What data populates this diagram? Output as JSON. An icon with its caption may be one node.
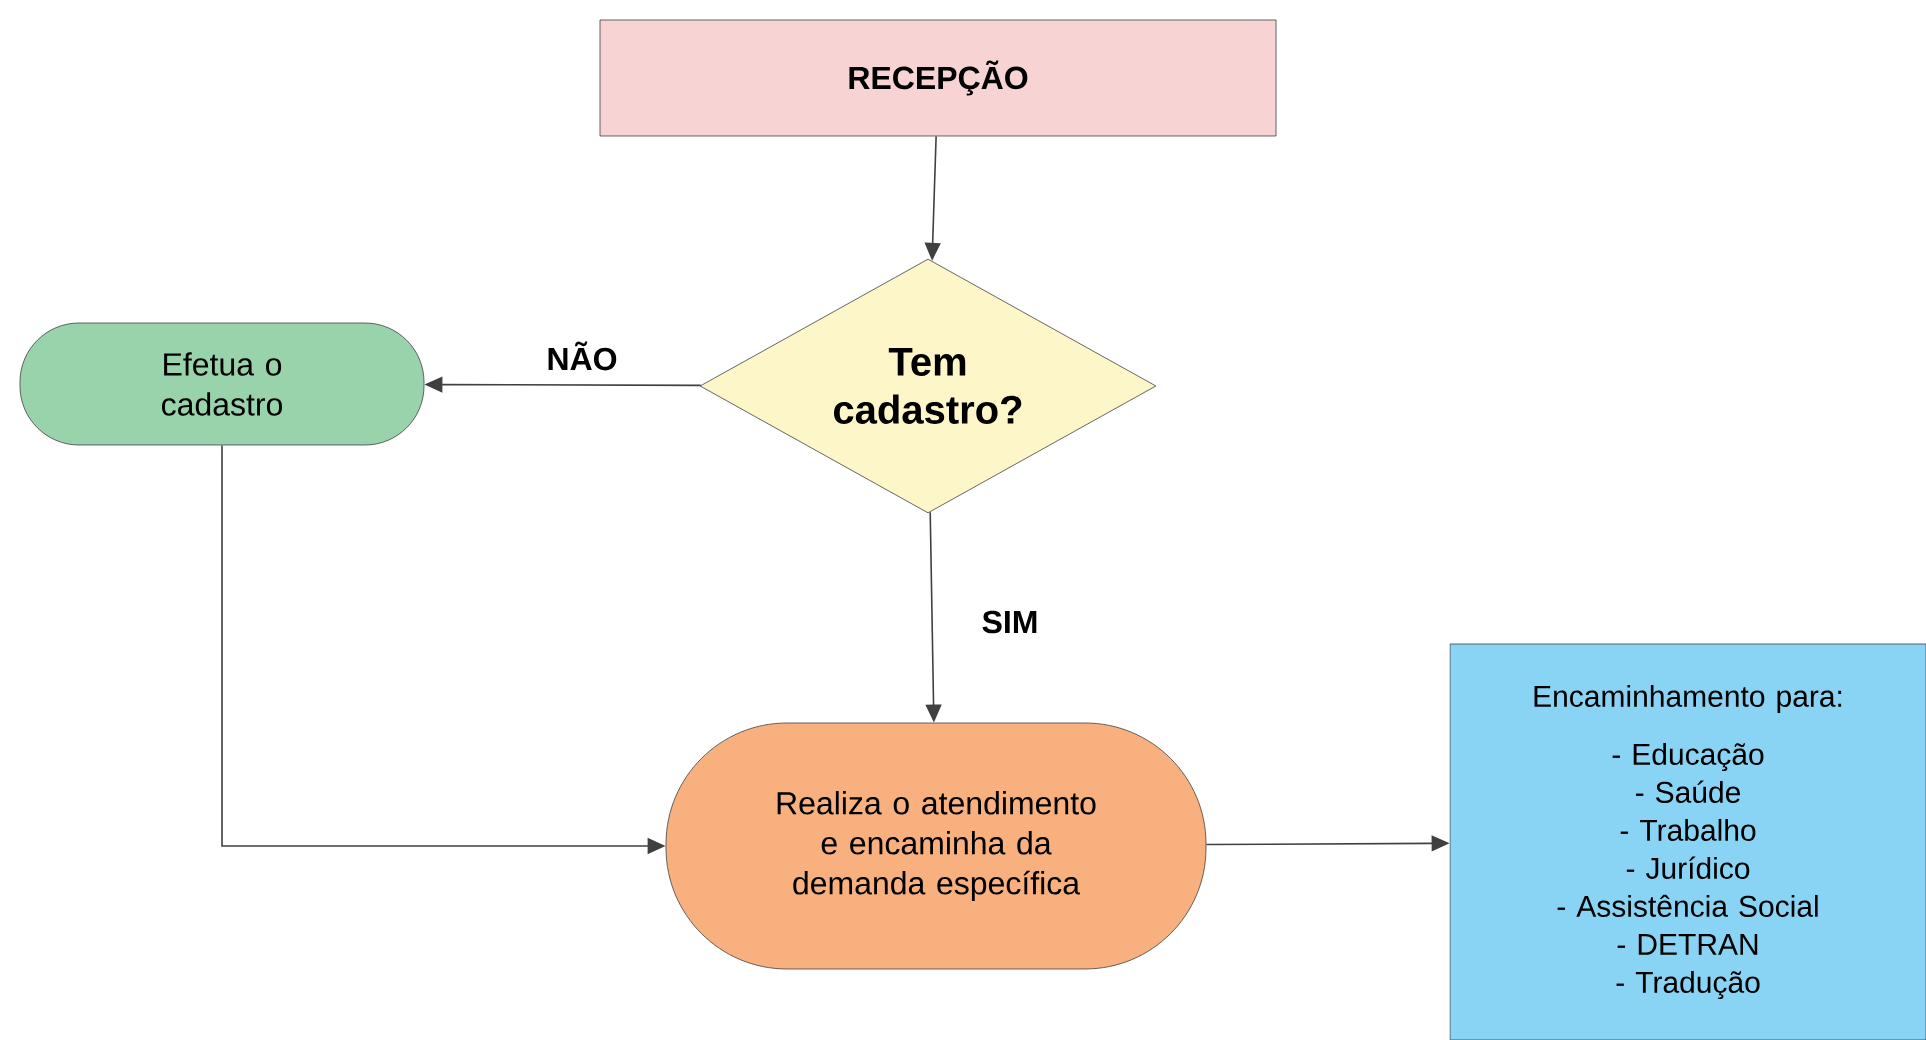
{
  "diagram": {
    "nodes": [
      {
        "text": [
          "RECEPÇÃO"
        ]
      },
      {
        "text": [
          "Tem cadastro?"
        ]
      },
      {
        "text": [
          "Efetua o cadastro"
        ]
      },
      {
        "text": [
          "Realiza o atendimento e encaminha da demanda específica"
        ]
      },
      {
        "text": [
          "Encaminhamento para:",
          "- Educação",
          "- Saúde",
          "- Trabalho",
          "- Jurídico",
          "- Assistência Social",
          "- DETRAN",
          "- Tradução"
        ]
      }
    ],
    "edges": [
      {
        "from": 0,
        "to": 1,
        "arrow": "to"
      },
      {
        "from": 1,
        "to": 2,
        "arrow": "to",
        "label": "NÃO"
      },
      {
        "from": 1,
        "to": 3,
        "arrow": "to",
        "label": "SIM"
      },
      {
        "from": 2,
        "to": 3,
        "arrow": "to"
      },
      {
        "from": 3,
        "to": 4,
        "arrow": "to"
      }
    ]
  }
}
